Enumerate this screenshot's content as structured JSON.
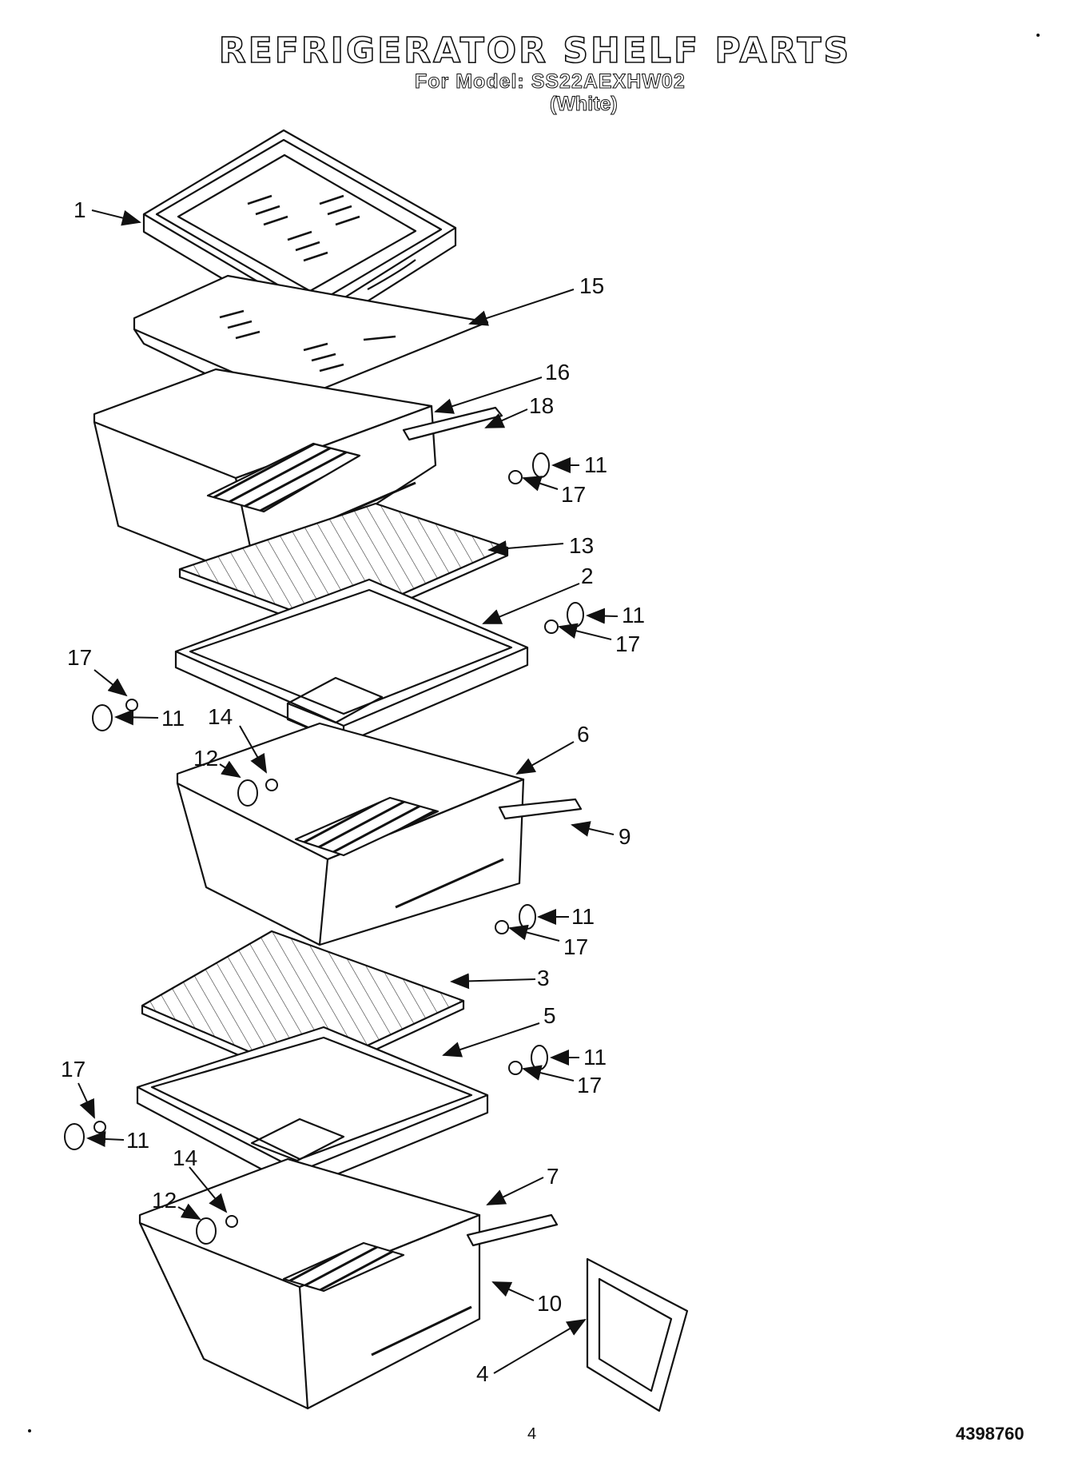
{
  "header": {
    "title": "REFRIGERATOR SHELF PARTS",
    "model_line": "For Model: SS22AEXHW02",
    "variant": "(White)"
  },
  "callouts": [
    {
      "id": "c1",
      "label": "1"
    },
    {
      "id": "c15",
      "label": "15"
    },
    {
      "id": "c16",
      "label": "16"
    },
    {
      "id": "c18",
      "label": "18"
    },
    {
      "id": "c11a",
      "label": "11"
    },
    {
      "id": "c17a",
      "label": "17"
    },
    {
      "id": "c13",
      "label": "13"
    },
    {
      "id": "c2",
      "label": "2"
    },
    {
      "id": "c11b",
      "label": "11"
    },
    {
      "id": "c17b",
      "label": "17"
    },
    {
      "id": "c17c",
      "label": "17"
    },
    {
      "id": "c11c",
      "label": "11"
    },
    {
      "id": "c14a",
      "label": "14"
    },
    {
      "id": "c12a",
      "label": "12"
    },
    {
      "id": "c6",
      "label": "6"
    },
    {
      "id": "c9",
      "label": "9"
    },
    {
      "id": "c11d",
      "label": "11"
    },
    {
      "id": "c17d",
      "label": "17"
    },
    {
      "id": "c3",
      "label": "3"
    },
    {
      "id": "c5",
      "label": "5"
    },
    {
      "id": "c11e",
      "label": "11"
    },
    {
      "id": "c17e",
      "label": "17"
    },
    {
      "id": "c17f",
      "label": "17"
    },
    {
      "id": "c11f",
      "label": "11"
    },
    {
      "id": "c14b",
      "label": "14"
    },
    {
      "id": "c7",
      "label": "7"
    },
    {
      "id": "c12b",
      "label": "12"
    },
    {
      "id": "c10",
      "label": "10"
    },
    {
      "id": "c4",
      "label": "4"
    }
  ],
  "footer": {
    "page_number": "4",
    "document_number": "4398760"
  }
}
